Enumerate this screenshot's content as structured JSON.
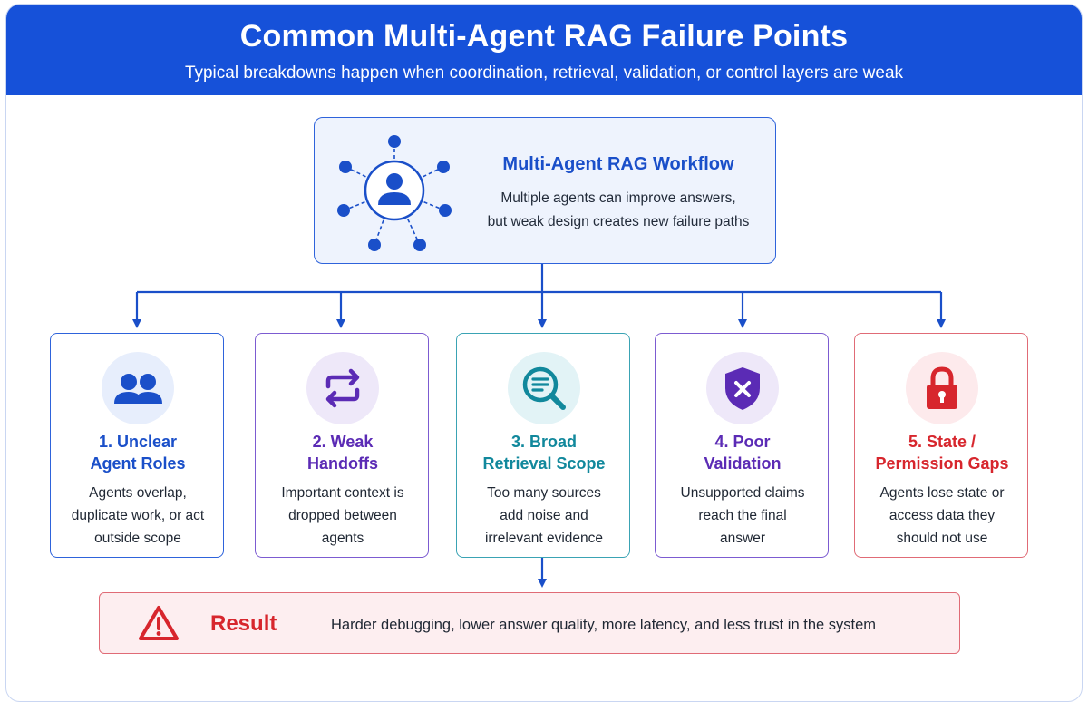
{
  "header": {
    "title": "Common Multi-Agent RAG Failure Points",
    "subtitle": "Typical breakdowns happen when coordination, retrieval, validation, or control layers are weak"
  },
  "workflow": {
    "icon": "agent-network-icon",
    "title": "Multi-Agent RAG Workflow",
    "desc_line1": "Multiple agents can improve answers,",
    "desc_line2": "but weak design creates new failure paths"
  },
  "failures": [
    {
      "icon": "users-icon",
      "title_line1": "1. Unclear",
      "title_line2": "Agent Roles",
      "desc_line1": "Agents overlap,",
      "desc_line2": "duplicate work, or act",
      "desc_line3": "outside scope",
      "color": "#1a4fc9",
      "bg": "#e7eefc"
    },
    {
      "icon": "swap-arrows-icon",
      "title_line1": "2. Weak",
      "title_line2": "Handoffs",
      "desc_line1": "Important context is",
      "desc_line2": "dropped between",
      "desc_line3": "agents",
      "color": "#5b2bb5",
      "bg": "#eee8f9"
    },
    {
      "icon": "document-search-icon",
      "title_line1": "3. Broad",
      "title_line2": "Retrieval Scope",
      "desc_line1": "Too many sources",
      "desc_line2": "add noise and",
      "desc_line3": "irrelevant evidence",
      "color": "#11889c",
      "bg": "#e2f3f6"
    },
    {
      "icon": "shield-x-icon",
      "title_line1": "4. Poor",
      "title_line2": "Validation",
      "desc_line1": "Unsupported claims",
      "desc_line2": "reach the final",
      "desc_line3": "answer",
      "color": "#5b2bb5",
      "bg": "#eee8f9"
    },
    {
      "icon": "padlock-icon",
      "title_line1": "5. State /",
      "title_line2": "Permission Gaps",
      "desc_line1": "Agents lose state or",
      "desc_line2": "access data they",
      "desc_line3": "should not use",
      "color": "#d7262d",
      "bg": "#fdeaec"
    }
  ],
  "result": {
    "icon": "warning-triangle-icon",
    "label": "Result",
    "text": "Harder debugging, lower answer quality, more latency, and less trust in the system",
    "color": "#d7262d"
  },
  "colors": {
    "header": "#1651d9",
    "primary": "#1a4fc9",
    "connector": "#1a4fc9"
  }
}
